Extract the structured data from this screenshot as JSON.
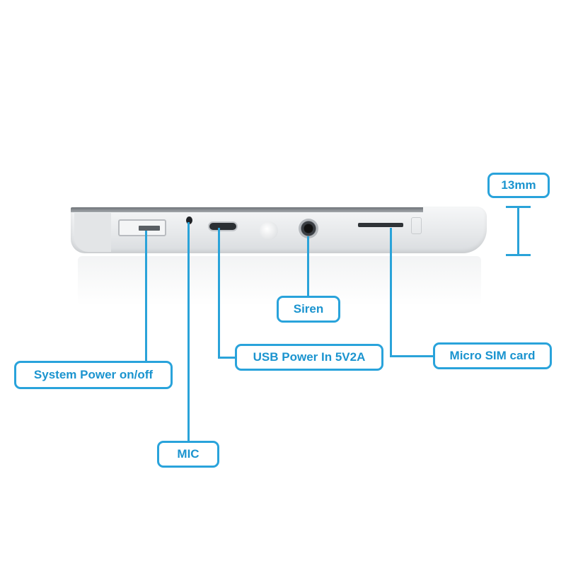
{
  "callouts": {
    "dimension": "13mm",
    "siren": "Siren",
    "usb_power": "USB Power In 5V2A",
    "micro_sim": "Micro SIM card",
    "system_power": "System Power on/off",
    "mic": "MIC"
  },
  "colors": {
    "callout_border": "#29a3db",
    "callout_text": "#1b94cf",
    "device_body": "#e7e9eb",
    "port": "#2a2d31"
  },
  "device": {
    "port_icons": [
      "power-switch-icon",
      "mic-hole-icon",
      "usb-port-icon",
      "indicator-light-icon",
      "audio-jack-icon",
      "sim-slot-icon"
    ]
  }
}
